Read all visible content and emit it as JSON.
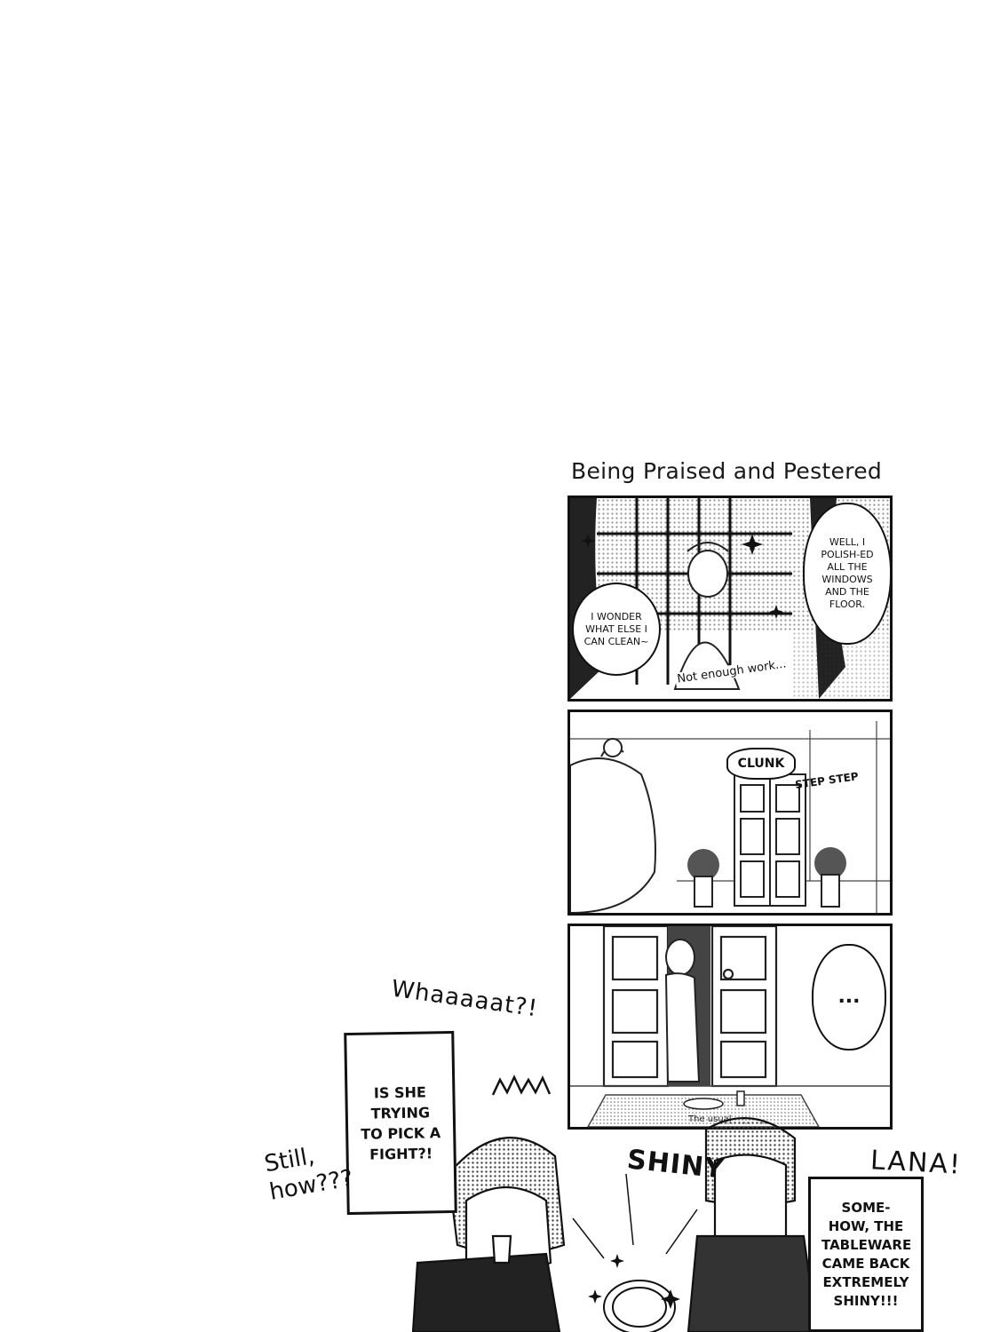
{
  "page": {
    "title": "Being Praised and Pestered"
  },
  "panel1": {
    "bubble_left": "I WONDER WHAT ELSE I CAN CLEAN~",
    "bubble_right": "WELL, I POLISH-ED ALL THE WINDOWS AND THE FLOOR.",
    "caption": "Not enough work..."
  },
  "panel2": {
    "sfx_clunk": "CLUNK",
    "sfx_steps": "STEP STEP"
  },
  "panel3": {
    "bubble": "...",
    "note": "The usual"
  },
  "bottom": {
    "sfx_whaaat": "Whaaaaat?!",
    "box_left": "IS SHE TRYING TO PICK A FIGHT?!",
    "sfx_still": "Still, how???",
    "sfx_shiny": "SHINY",
    "sfx_lana": "LANA!",
    "box_right": "SOME-HOW, THE TABLEWARE CAME BACK EXTREMELY SHINY!!!"
  }
}
